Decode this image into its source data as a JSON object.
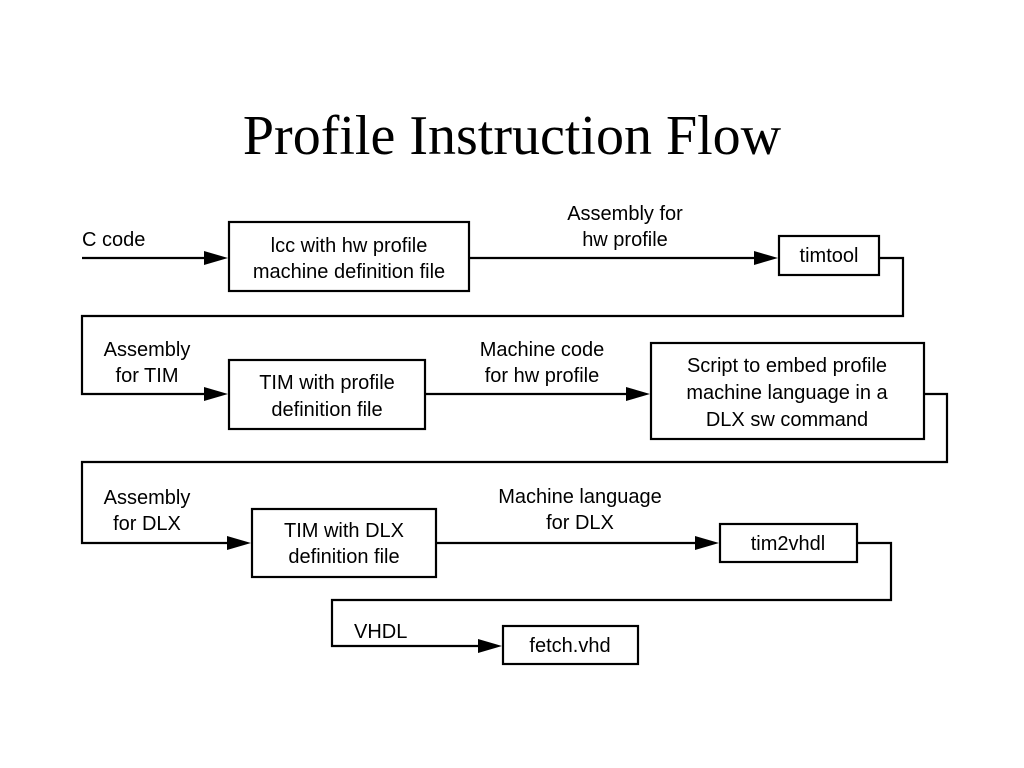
{
  "slide": {
    "title": "Profile Instruction Flow"
  },
  "boxes": {
    "lcc": [
      "lcc with hw profile",
      "machine definition file"
    ],
    "timtool": [
      "timtool"
    ],
    "tim_profile": [
      "TIM with profile",
      "definition file"
    ],
    "script": [
      "Script to embed profile",
      "machine language in a",
      "DLX sw command"
    ],
    "tim_dlx": [
      "TIM with DLX",
      "definition file"
    ],
    "tim2vhdl": [
      "tim2vhdl"
    ],
    "fetch": [
      "fetch.vhd"
    ]
  },
  "labels": {
    "c_code": [
      "C code"
    ],
    "asm_hw": [
      "Assembly for",
      "hw profile"
    ],
    "asm_tim": [
      "Assembly",
      "for TIM"
    ],
    "mc_hw": [
      "Machine code",
      "for hw profile"
    ],
    "asm_dlx": [
      "Assembly",
      "for DLX"
    ],
    "ml_dlx": [
      "Machine language",
      "for DLX"
    ],
    "vhdl": [
      "VHDL"
    ]
  }
}
